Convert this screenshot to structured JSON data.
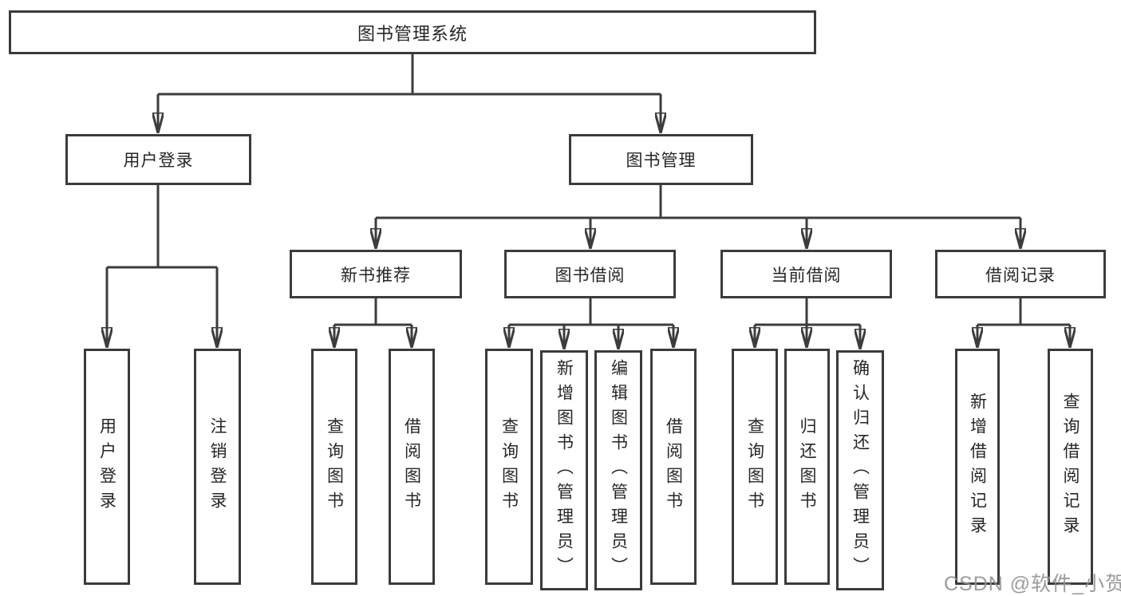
{
  "tree": {
    "label": "图书管理系统",
    "children": [
      {
        "label": "用户登录",
        "children": [
          {
            "label": "用户登录"
          },
          {
            "label": "注销登录"
          }
        ]
      },
      {
        "label": "图书管理",
        "children": [
          {
            "label": "新书推荐",
            "children": [
              {
                "label": "查询图书"
              },
              {
                "label": "借阅图书"
              }
            ]
          },
          {
            "label": "图书借阅",
            "children": [
              {
                "label": "查询图书"
              },
              {
                "label": "新增图书（管理员）"
              },
              {
                "label": "编辑图书（管理员）"
              },
              {
                "label": "借阅图书"
              }
            ]
          },
          {
            "label": "当前借阅",
            "children": [
              {
                "label": "查询图书"
              },
              {
                "label": "归还图书"
              },
              {
                "label": "确认归还（管理员）"
              }
            ]
          },
          {
            "label": "借阅记录",
            "children": [
              {
                "label": "新增借阅记录"
              },
              {
                "label": "查询借阅记录"
              }
            ]
          }
        ]
      }
    ]
  },
  "watermark": {
    "text": "CSDN @软件_小贺同学"
  },
  "colors": {
    "line": "#3c3c3c",
    "border": "#3b3b3b",
    "text": "#262626",
    "watermark": "#949494",
    "background": "#ffffff"
  }
}
